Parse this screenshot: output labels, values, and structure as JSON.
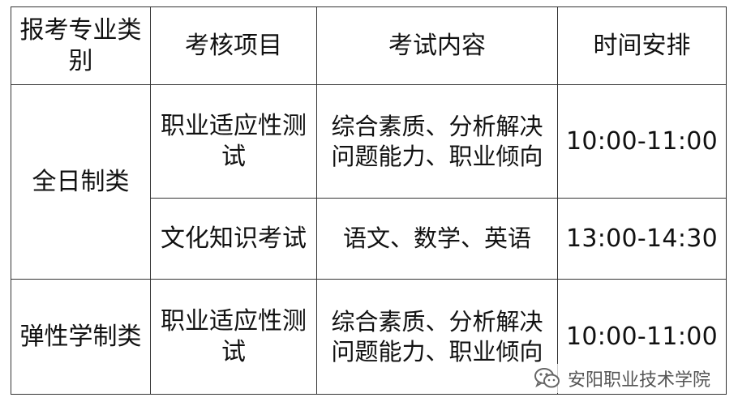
{
  "table": {
    "headers": [
      "报考专业类别",
      "考核项目",
      "考试内容",
      "时间安排"
    ],
    "rows": [
      {
        "category": "全日制类",
        "item": "职业适应性测试",
        "content": "综合素质、分析解决问题能力、职业倾向",
        "time": "10:00-11:00"
      },
      {
        "item": "文化知识考试",
        "content": "语文、数学、英语",
        "time": "13:00-14:30"
      },
      {
        "category": "弹性学制类",
        "item": "职业适应性测试",
        "content": "综合素质、分析解决问题能力、职业倾向",
        "time": "10:00-11:00"
      }
    ]
  },
  "watermark": {
    "icon": "wechat-icon",
    "text": "安阳职业技术学院"
  }
}
